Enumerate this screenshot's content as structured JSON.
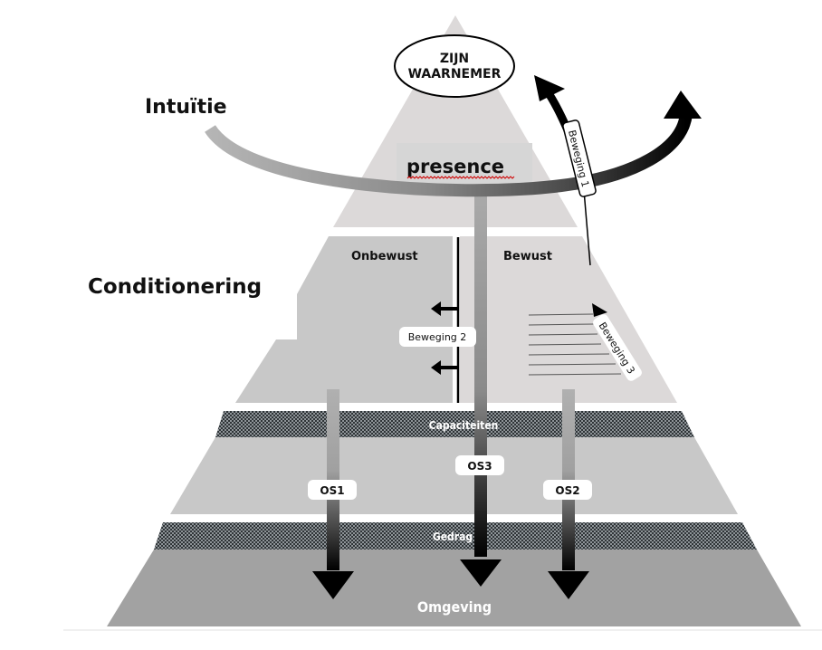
{
  "diagram": {
    "title_top": [
      "ZIJN",
      "WAARNEMER"
    ],
    "side_labels": {
      "intuition": "Intuïtie",
      "conditioning": "Conditionering"
    },
    "presence_label": "presence",
    "sections": {
      "unconscious": "Onbewust",
      "conscious": "Bewust"
    },
    "bands": {
      "capacities": "Capaciteiten",
      "behavior": "Gedrag",
      "environment": "Omgeving"
    },
    "movements": {
      "m1": "Beweging 1",
      "m2": "Beweging 2",
      "m3": "Beweging 3"
    },
    "streams": {
      "os1": "OS1",
      "os2": "OS2",
      "os3": "OS3"
    },
    "colors": {
      "top_tier": "#dcd9d9",
      "mid_unconscious": "#c8c8c8",
      "mid_conscious": "#dcd9d9",
      "capacities_tier": "#c8c8c8",
      "environment_tier": "#a2a2a2",
      "hatch_dark": "#3a3f42",
      "hatch_light": "#9aa0a4",
      "arrow_black": "#000000",
      "spellcheck_red": "#d00000"
    }
  }
}
